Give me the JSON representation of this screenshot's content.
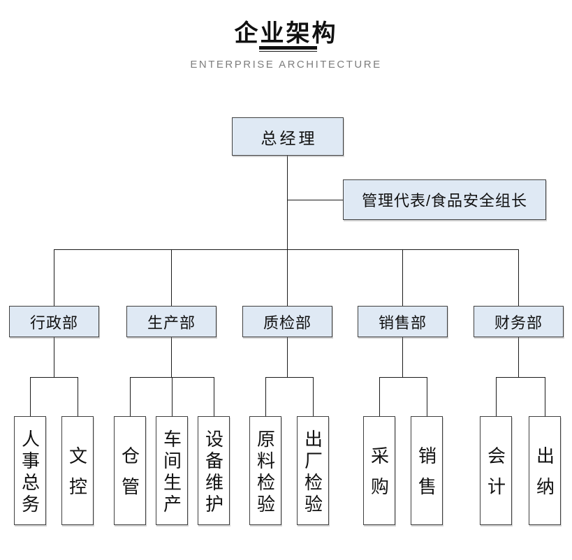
{
  "page": {
    "title": "企业架构",
    "subtitle": "ENTERPRISE ARCHITECTURE"
  },
  "colors": {
    "node_fill": "#dfe9f4",
    "node_border": "#3f3f3f",
    "line": "#1a1a1a",
    "title_color": "#111111",
    "subtitle_color": "#7d7d7d"
  },
  "nodes": {
    "gm": "总经理",
    "rep": "管理代表/食品安全组长",
    "dept_admin": "行政部",
    "dept_prod": "生产部",
    "dept_qc": "质检部",
    "dept_sales": "销售部",
    "dept_fin": "财务部",
    "sub_hr": "人事总务",
    "sub_doc": "文控",
    "sub_warehouse": "仓管",
    "sub_workshop": "车间生产",
    "sub_equipment": "设备维护",
    "sub_raw_inspect": "原料检验",
    "sub_factory_inspect": "出厂检验",
    "sub_purchase": "采购",
    "sub_sell": "销售",
    "sub_accounting": "会计",
    "sub_cashier": "出纳"
  },
  "chart_data": {
    "type": "org-chart",
    "title": "企业架构",
    "subtitle": "ENTERPRISE ARCHITECTURE",
    "root": {
      "label": "总经理",
      "staff": [
        "管理代表/食品安全组长"
      ],
      "children": [
        {
          "label": "行政部",
          "children": [
            "人事总务",
            "文控"
          ]
        },
        {
          "label": "生产部",
          "children": [
            "仓管",
            "车间生产",
            "设备维护"
          ]
        },
        {
          "label": "质检部",
          "children": [
            "原料检验",
            "出厂检验"
          ]
        },
        {
          "label": "销售部",
          "children": [
            "采购",
            "销售"
          ]
        },
        {
          "label": "财务部",
          "children": [
            "会计",
            "出纳"
          ]
        }
      ]
    }
  }
}
